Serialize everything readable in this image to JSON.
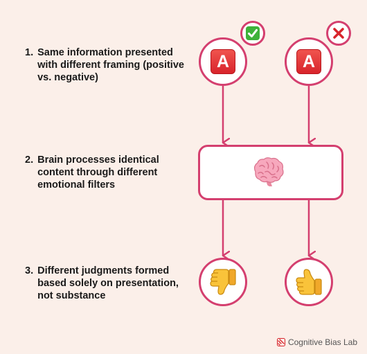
{
  "steps": [
    {
      "number": "1.",
      "text": "Same information presented with different framing (positive vs. negative)"
    },
    {
      "number": "2.",
      "text": "Brain processes identical content through different emotional filters"
    },
    {
      "number": "3.",
      "text": "Different judgments formed based solely on presentation, not substance"
    }
  ],
  "info_icon_letter": "A",
  "icons": {
    "positive_badge": "check-mark-icon",
    "negative_badge": "cross-mark-icon",
    "brain": "brain-icon",
    "left_outcome": "thumbs-down-icon",
    "right_outcome": "thumbs-up-icon"
  },
  "colors": {
    "background": "#fbefe9",
    "accent": "#d43f6f",
    "check_green": "#3eb23a",
    "cross_red": "#d8242b",
    "thumb_yellow": "#f9c33a"
  },
  "footer": {
    "brand": "Cognitive Bias Lab"
  }
}
